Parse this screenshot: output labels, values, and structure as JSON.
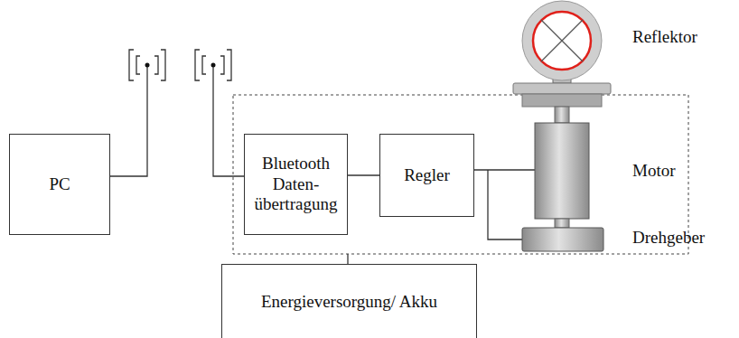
{
  "diagram": {
    "nodes": [
      {
        "text": [
          "PC"
        ]
      },
      {
        "text": [
          "Bluetooth Daten- übertragung"
        ]
      },
      {
        "text": [
          "Regler"
        ]
      },
      {
        "text": [
          "Energieversorgung/ Akku"
        ]
      }
    ],
    "edges": [
      {
        "from": 1,
        "to": 2,
        "arrow": "none"
      }
    ],
    "labels": [
      "Reflektor",
      "Motor",
      "Drehgeber"
    ]
  }
}
